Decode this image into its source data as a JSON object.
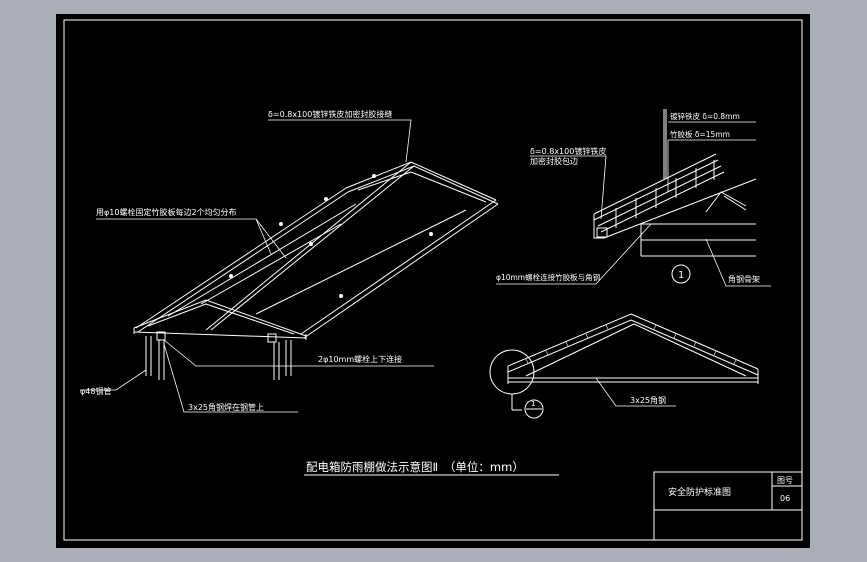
{
  "colors": {
    "background": "#a9aeb7",
    "sheet": "#000000",
    "lines": "#ffffff"
  },
  "drawing": {
    "title": "配电箱防雨棚做法示意图Ⅱ　（单位：mm）"
  },
  "annotations": {
    "roof_sheet": "δ=0.8x100镀锌铁皮加密封胶接缝",
    "bolt_fix": "用φ10螺栓固定竹胶板每边2个均匀分布",
    "bolt_updown": "2φ10mm螺栓上下连接",
    "pipe": "φ48钢管",
    "angle_on_pipe": "3x25角钢焊在钢管上",
    "detail_sheet": "δ=0.8x100镀锌铁皮\n加密封胶包边",
    "galv_sheet": "镀锌铁皮 δ=0.8mm",
    "bamboo_board": "竹胶板 δ=15mm",
    "bolt_detail": "φ10mm螺栓连接竹胶板与角钢",
    "angle_frame": "角钢骨架",
    "angle_steel": "3x25角钢",
    "detail_marker_1": "1",
    "detail_marker_2": "1"
  },
  "title_block": {
    "name": "安全防护标准图",
    "drawing_no_label": "图号",
    "drawing_no": "06"
  }
}
